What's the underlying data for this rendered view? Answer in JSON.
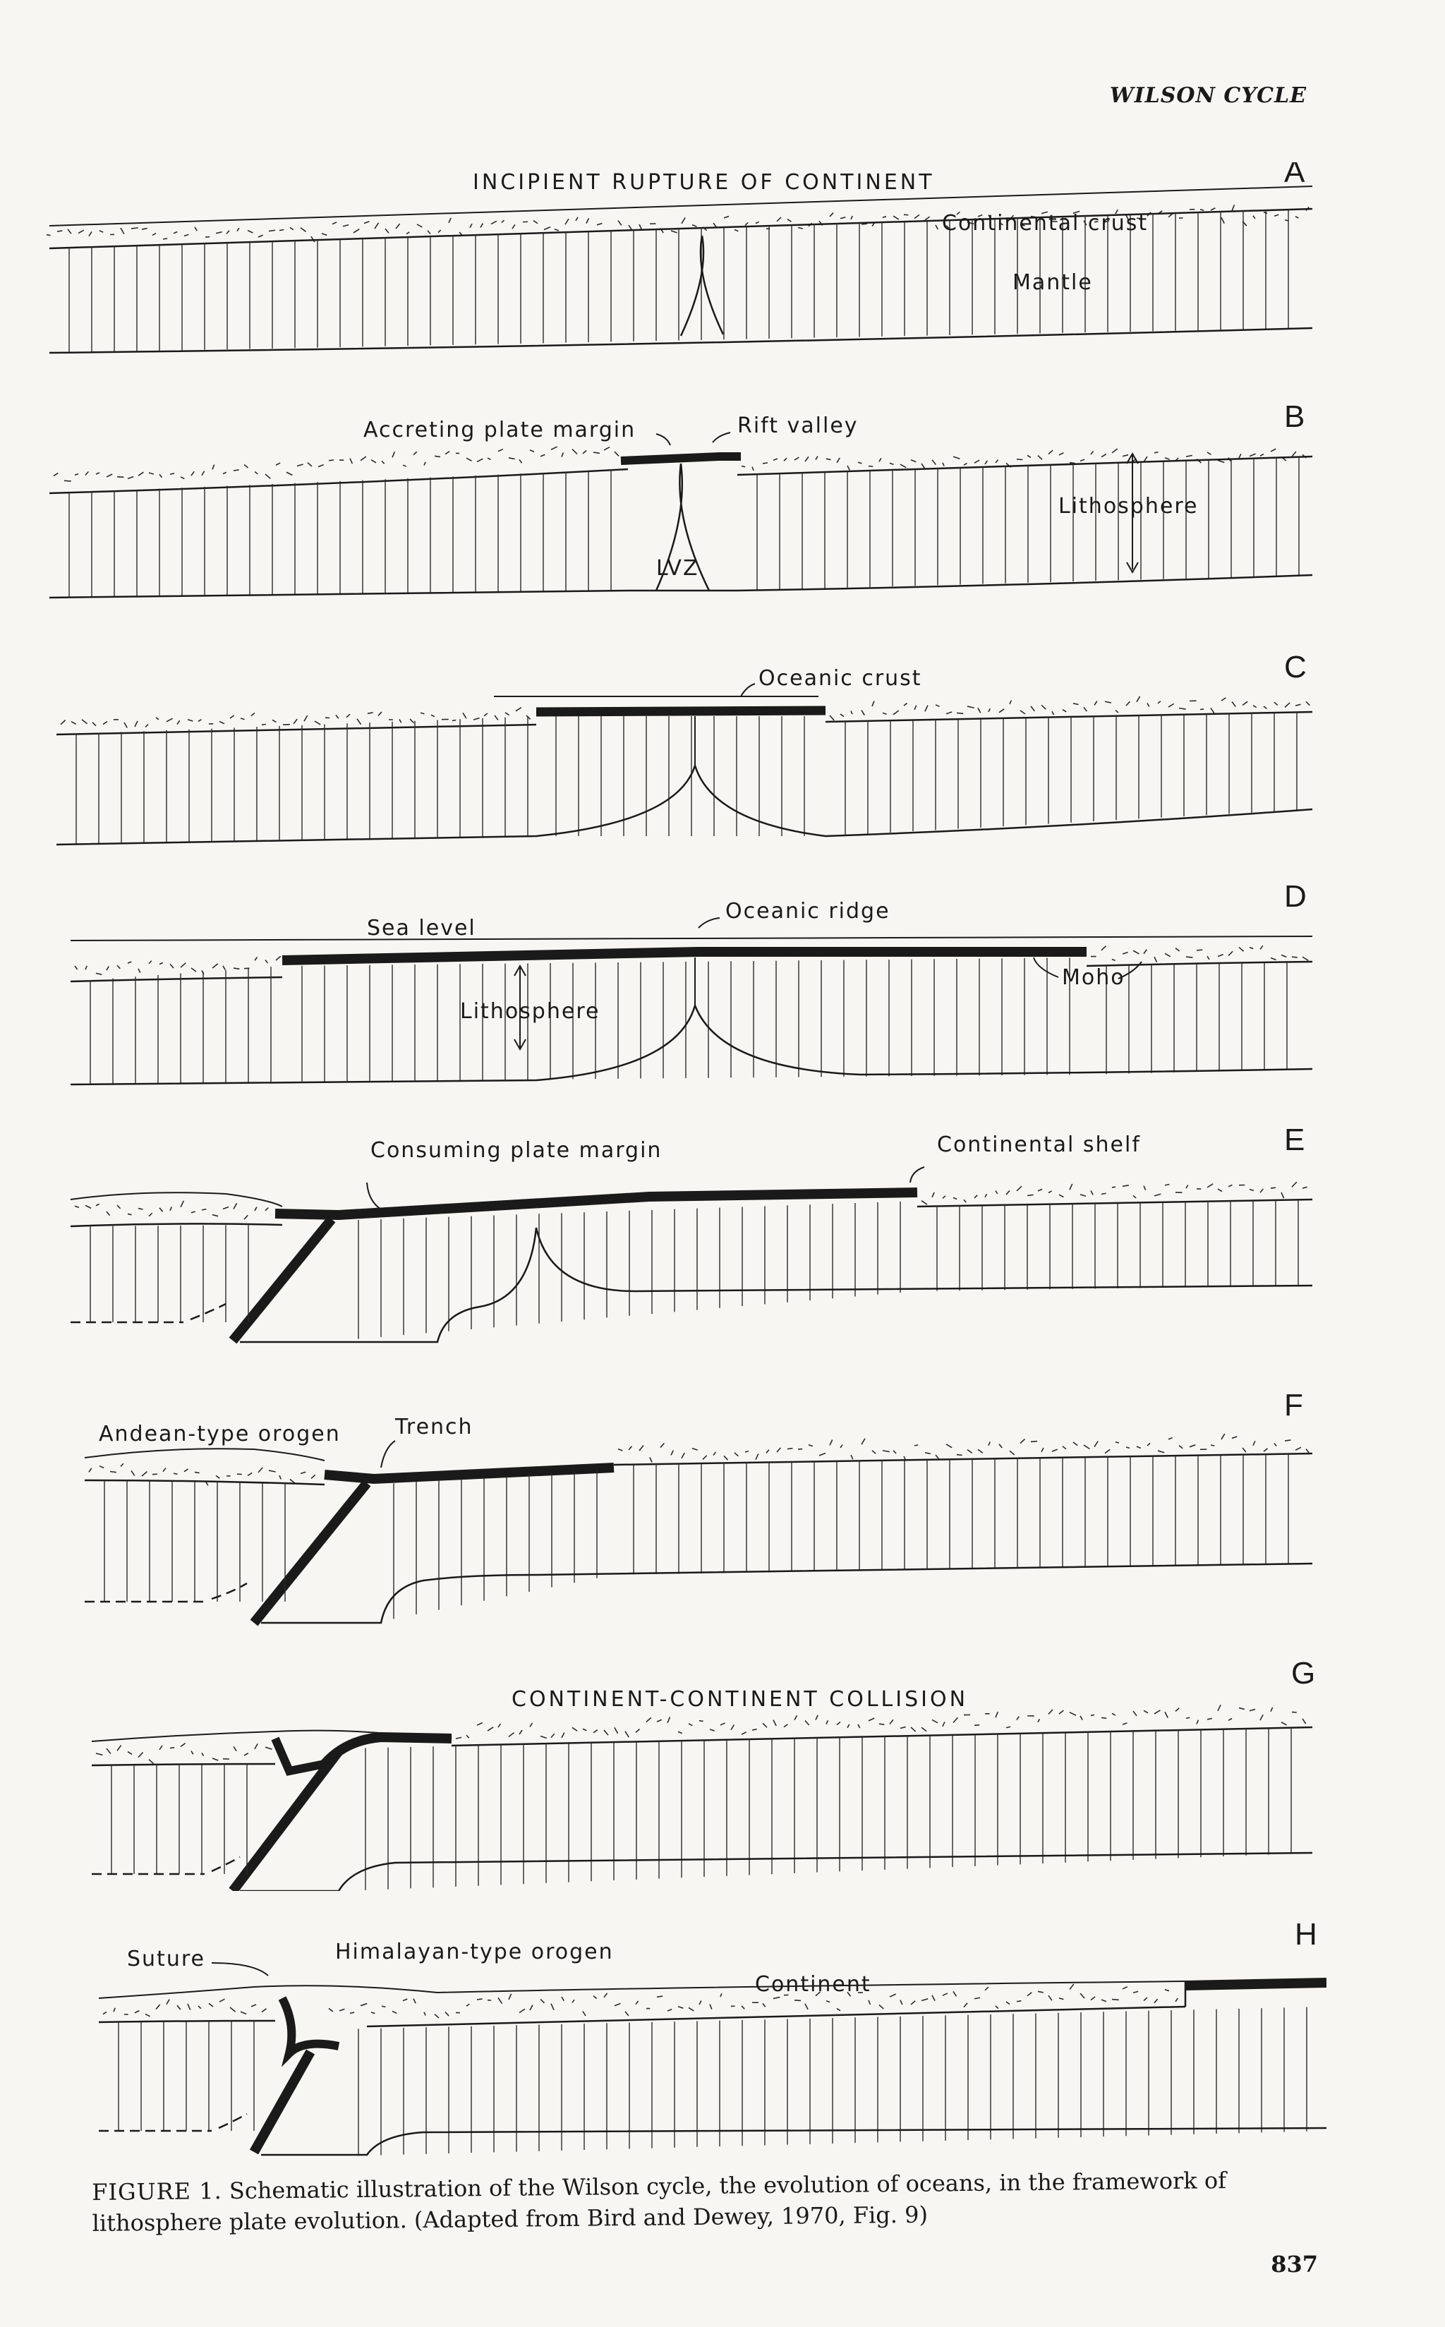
{
  "running_head": "WILSON CYCLE",
  "panels": [
    {
      "letter": "A",
      "title": "INCIPIENT RUPTURE OF CONTINENT",
      "labels": [
        "Continental crust",
        "Mantle"
      ]
    },
    {
      "letter": "B",
      "labels": [
        "Accreting plate margin",
        "Rift valley",
        "Lithosphere",
        "LVZ"
      ]
    },
    {
      "letter": "C",
      "labels": [
        "Oceanic crust"
      ]
    },
    {
      "letter": "D",
      "labels": [
        "Sea level",
        "Oceanic ridge",
        "Lithosphere",
        "Moho"
      ]
    },
    {
      "letter": "E",
      "labels": [
        "Consuming plate margin",
        "Continental shelf"
      ]
    },
    {
      "letter": "F",
      "labels": [
        "Andean-type orogen",
        "Trench"
      ]
    },
    {
      "letter": "G",
      "title": "CONTINENT-CONTINENT COLLISION"
    },
    {
      "letter": "H",
      "labels": [
        "Suture",
        "Himalayan-type orogen",
        "Continent"
      ]
    }
  ],
  "caption": {
    "figure_label": "FIGURE 1.",
    "text": "Schematic illustration of the Wilson cycle, the evolution of oceans, in the framework of lithosphere plate evolution. (Adapted from Bird and Dewey, 1970, Fig. 9)"
  },
  "page_number": "837"
}
